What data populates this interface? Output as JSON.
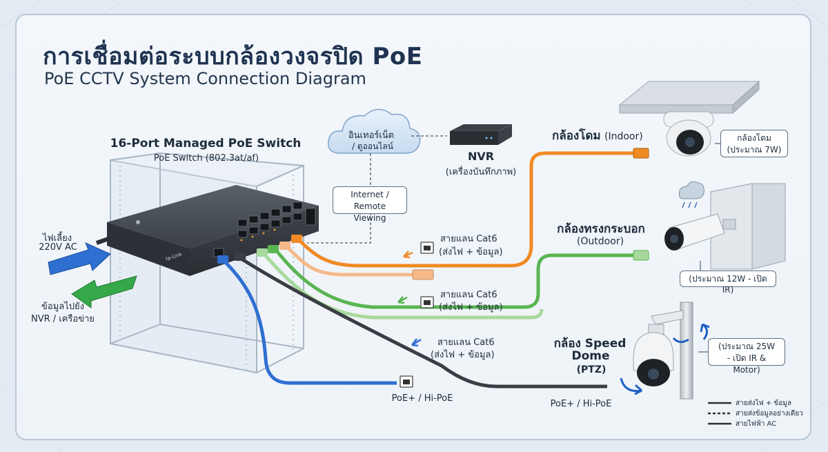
{
  "title": {
    "thai": "การเชื่อมต่อระบบกล้องวงจรปิด PoE",
    "english": "PoE CCTV System Connection Diagram"
  },
  "switch": {
    "name": "16-Port Managed PoE Switch",
    "subtitle": "PoE Switch (802.3at/af)",
    "brand": "tp-Link"
  },
  "power_in": {
    "label_1": "ไฟเลี้ยง",
    "label_2": "220V AC",
    "color": "#2f6fd1"
  },
  "data_out": {
    "label_1": "ข้อมูลไปยัง",
    "label_2": "NVR / เครือข่าย",
    "color": "#35a84a"
  },
  "cloud": {
    "label_1": "อินเทอร์เน็ต",
    "label_2": "/ ดูออนไลน์"
  },
  "internet_box": {
    "line_1": "Internet /",
    "line_2": "Remote Viewing"
  },
  "nvr": {
    "name": "NVR",
    "subtitle": "(เครื่องบันทึกภาพ)"
  },
  "cables": [
    {
      "line_1": "สายแลน Cat6",
      "line_2": "(ส่งไฟ + ข้อมูล)",
      "color": "#f08a24"
    },
    {
      "line_1": "สายแลน Cat6",
      "line_2": "(ส่งไฟ + ข้อมูล)",
      "color": "#5ab552"
    },
    {
      "line_1": "สายแลน Cat6",
      "line_2": "(ส่งไฟ + ข้อมูล)",
      "color": "#2f6fd1"
    }
  ],
  "poe_label_left": "PoE+ / Hi-PoE",
  "poe_label_right": "PoE+ / Hi-PoE",
  "cameras": [
    {
      "name": "กล้องโดม",
      "sub": "(Indoor)",
      "note_1": "กล้องโดม",
      "note_2": "(ประมาณ 7W)"
    },
    {
      "name": "กล้องทรงกระบอก",
      "sub": "(Outdoor)",
      "note_1": "(ประมาณ 12W - เปิด IR)",
      "note_2": ""
    },
    {
      "name_1": "กล้อง Speed",
      "name_2": "Dome",
      "sub": "(PTZ)",
      "note_1": "(ประมาณ 25W",
      "note_2": "- เปิด IR & Motor)"
    }
  ],
  "legend": [
    {
      "label": "สายส่งไฟ + ข้อมูล",
      "style": "solid"
    },
    {
      "label": "สายส่งข้อมูลอย่างเดียว",
      "style": "dashed"
    },
    {
      "label": "สายไฟฟ้า AC",
      "style": "solid"
    }
  ],
  "colors": {
    "orange": "#f08a24",
    "orange_light": "#f6b98a",
    "green": "#5ab552",
    "green_light": "#a8d99c",
    "blue": "#2f6fd1",
    "black": "#3a3e44"
  }
}
